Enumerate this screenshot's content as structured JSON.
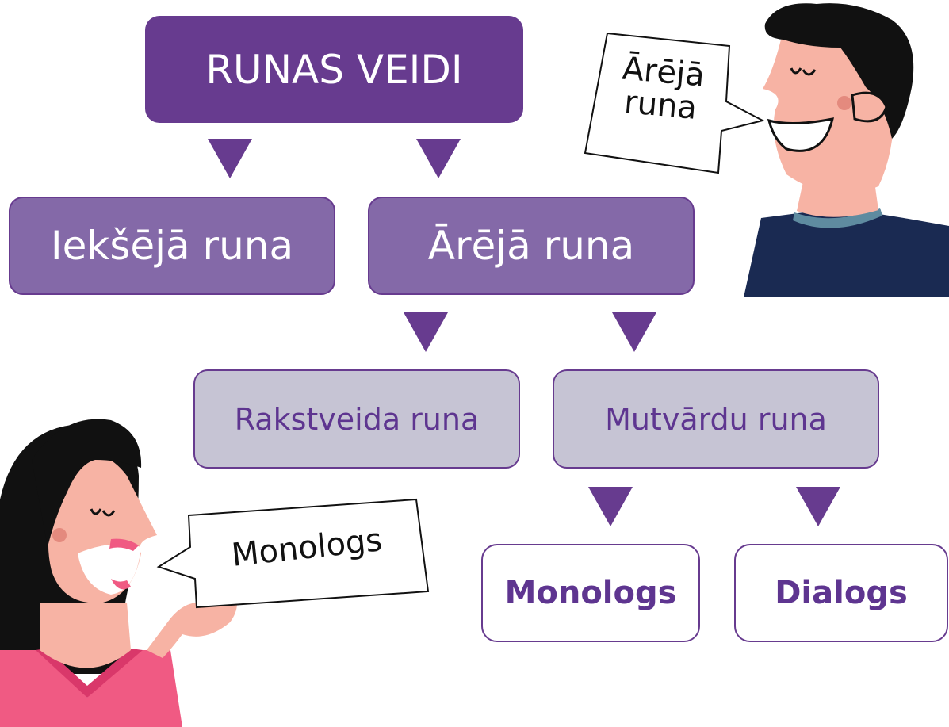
{
  "diagram": {
    "root": "RUNAS VEIDI",
    "level2": {
      "inner": "Iekšējā runa",
      "outer": "Ārējā runa"
    },
    "level3": {
      "written": "Rakstveida runa",
      "oral": "Mutvārdu runa"
    },
    "level4": {
      "monolog": "Monologs",
      "dialog": "Dialogs"
    }
  },
  "bubbles": {
    "man": {
      "line1": "Ārējā",
      "line2": "runa"
    },
    "woman": {
      "text": "Monologs"
    }
  },
  "colors": {
    "purple_dark": "#673b8f",
    "purple_mid": "#8469a8",
    "grey_box": "#c6c4d4",
    "text_purple": "#5e3590"
  }
}
